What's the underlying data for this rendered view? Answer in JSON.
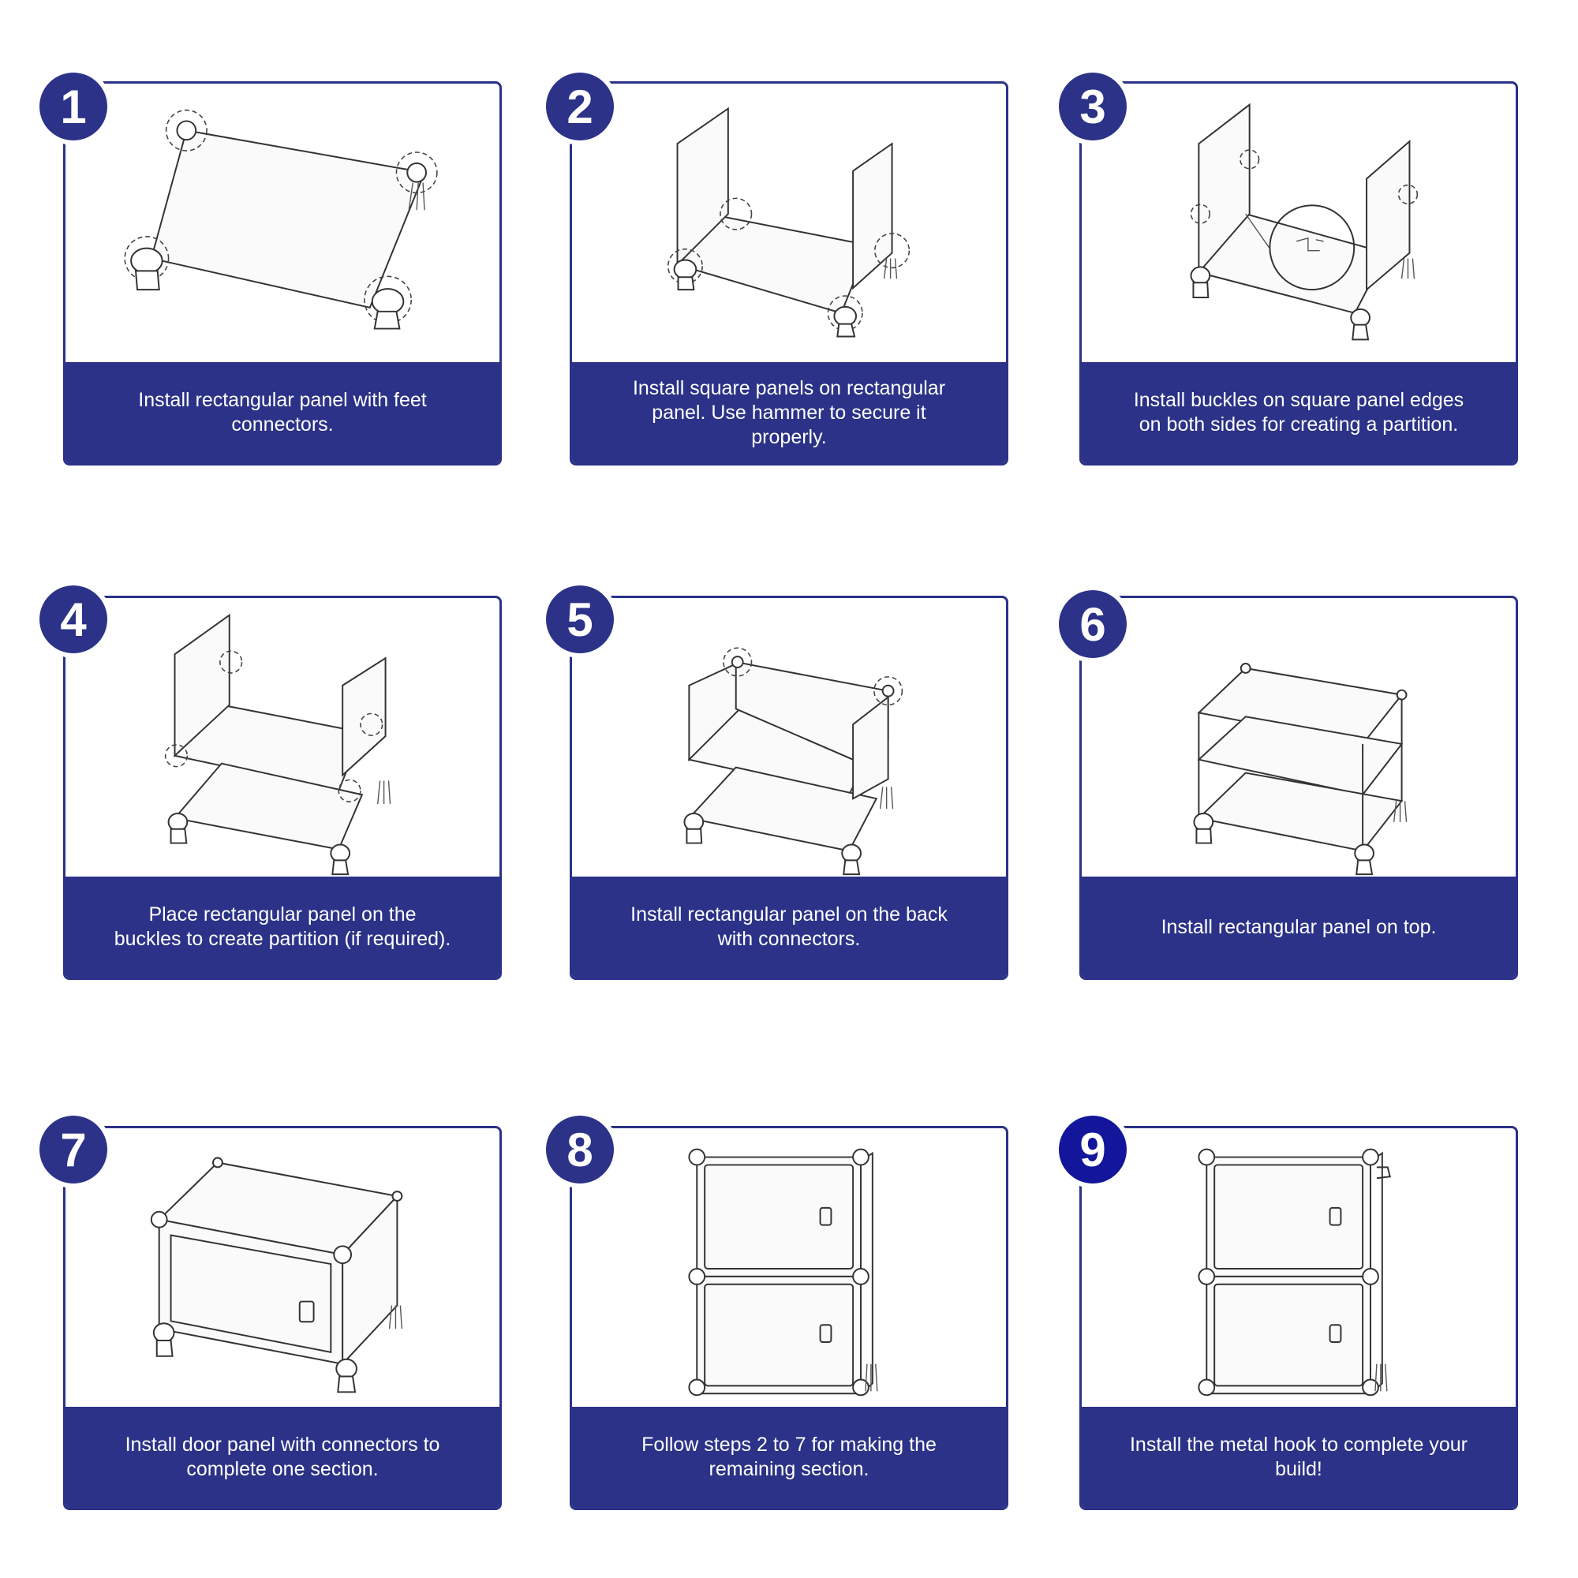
{
  "steps": [
    {
      "number": "1",
      "caption": "Install rectangular panel with feet connectors."
    },
    {
      "number": "2",
      "caption": "Install square panels on rectangular panel. Use hammer to secure it properly."
    },
    {
      "number": "3",
      "caption": "Install buckles on square panel edges on both sides for creating a partition."
    },
    {
      "number": "4",
      "caption": "Place rectangular panel on the buckles to create partition (if required)."
    },
    {
      "number": "5",
      "caption": "Install rectangular panel on the back with connectors."
    },
    {
      "number": "6",
      "caption": "Install rectangular panel on top."
    },
    {
      "number": "7",
      "caption": "Install door panel with connectors to complete one section."
    },
    {
      "number": "8",
      "caption": "Follow steps 2 to 7 for making the remaining section."
    },
    {
      "number": "9",
      "caption": "Install the metal hook to complete your build!"
    }
  ],
  "colors": {
    "primary": "#2b3287",
    "badge_alt": "#13159b",
    "text": "#ffffff"
  }
}
